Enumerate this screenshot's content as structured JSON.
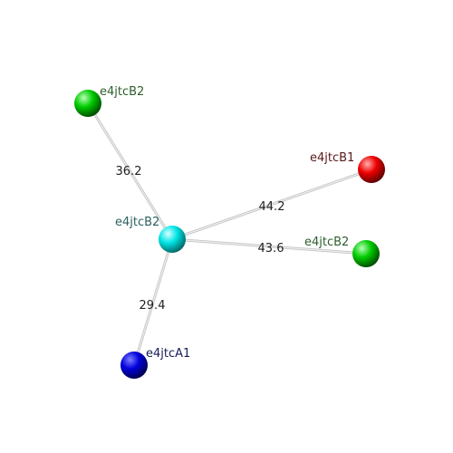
{
  "nodes": [
    {
      "id": "n_top",
      "label": "e4jtcB2",
      "color": "#00cc00",
      "label_color": "#2e5e2e"
    },
    {
      "id": "n_red",
      "label": "e4jtcB1",
      "color": "#ee0000",
      "label_color": "#5a1a1a"
    },
    {
      "id": "n_center",
      "label": "e4jtcB2",
      "color": "#00e5e5",
      "label_color": "#2e6060"
    },
    {
      "id": "n_right",
      "label": "e4jtcB2",
      "color": "#00cc00",
      "label_color": "#2e5e2e"
    },
    {
      "id": "n_blue",
      "label": "e4jtcA1",
      "color": "#0000dd",
      "label_color": "#1a1a5a"
    }
  ],
  "edges": [
    {
      "from": "n_center",
      "to": "n_top",
      "label": "36.2"
    },
    {
      "from": "n_center",
      "to": "n_red",
      "label": "44.2"
    },
    {
      "from": "n_center",
      "to": "n_right",
      "label": "43.6"
    },
    {
      "from": "n_center",
      "to": "n_blue",
      "label": "29.4"
    }
  ]
}
